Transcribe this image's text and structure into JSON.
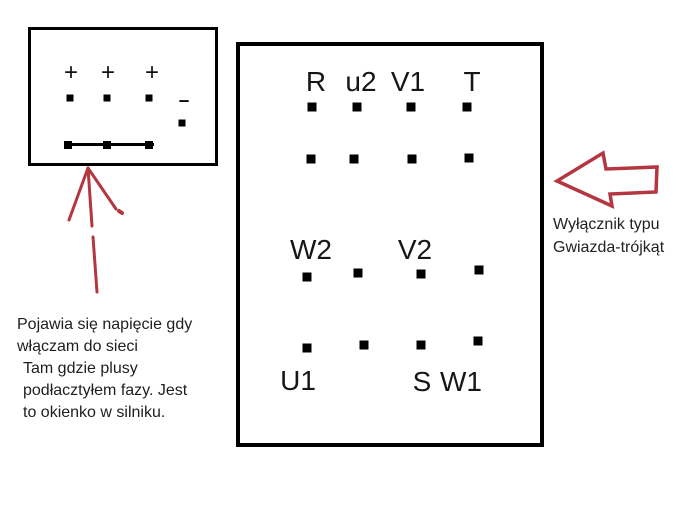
{
  "colors": {
    "ink": "#000000",
    "arrow_red": "#b33640"
  },
  "motor_window": {
    "plus_symbols": [
      "+",
      "+",
      "+"
    ],
    "minus_symbol": "–"
  },
  "terminal_board": {
    "labels": {
      "r": "R",
      "u2": "u2",
      "v1": "V1",
      "t": "T",
      "w2": "W2",
      "v2": "V2",
      "u1": "U1",
      "s": "S",
      "w1": "W1"
    }
  },
  "switch_caption": {
    "lines": [
      "Wyłącznik typu",
      "Gwiazda-trójkąt"
    ]
  },
  "note": {
    "lines": [
      "Pojawia się napięcie gdy",
      "włączam do sieci",
      "Tam gdzie plusy",
      "podłacztyłem fazy. Jest",
      "to okienko w silniku."
    ]
  }
}
